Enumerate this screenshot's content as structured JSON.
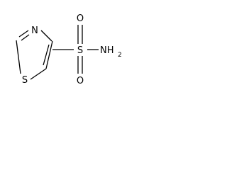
{
  "molecule": {
    "atoms": {
      "n_ring": "N",
      "s_ring": "S",
      "s_sulfonyl": "S",
      "o_top": "O",
      "o_bottom": "O",
      "n_amine": "NH",
      "n_amine_subscript": "2"
    }
  },
  "colors": {
    "bond": "#000000",
    "label": "#000000",
    "background": "#ffffff"
  }
}
